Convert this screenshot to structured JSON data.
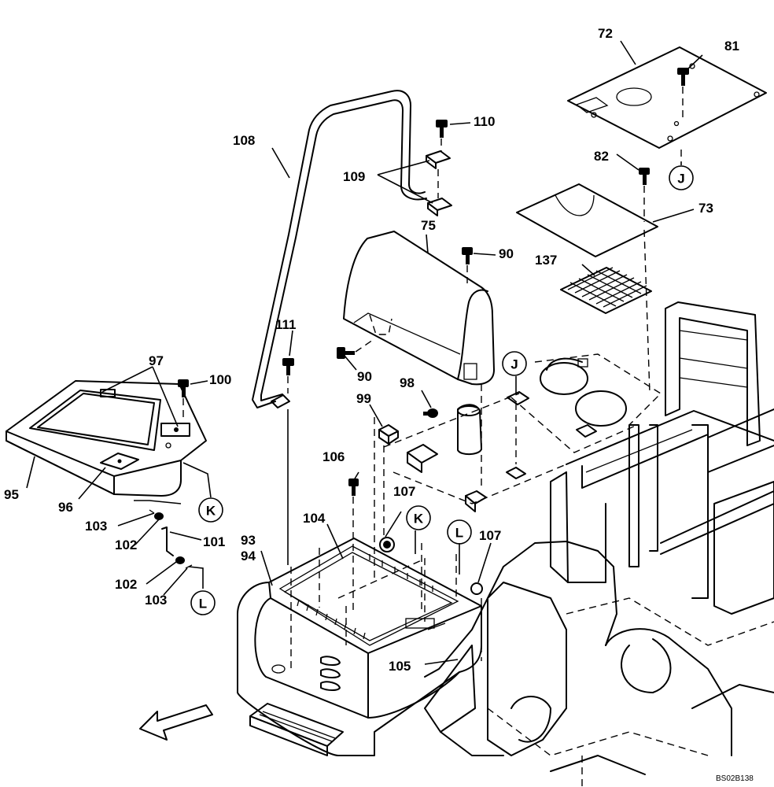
{
  "labels": {
    "l72": "72",
    "l81": "81",
    "l82": "82",
    "l73": "73",
    "l137": "137",
    "l110": "110",
    "l109": "109",
    "l108": "108",
    "l75": "75",
    "l90a": "90",
    "l90b": "90",
    "l111": "111",
    "l98": "98",
    "l99": "99",
    "l97": "97",
    "l100": "100",
    "l95": "95",
    "l96": "96",
    "l106": "106",
    "l107a": "107",
    "l107b": "107",
    "l104": "104",
    "l93": "93",
    "l94": "94",
    "l103a": "103",
    "l102a": "102",
    "l101": "101",
    "l102b": "102",
    "l103b": "103",
    "l105": "105"
  },
  "callouts": {
    "j1": "J",
    "j2": "J",
    "k1": "K",
    "k2": "K",
    "l1": "L",
    "l2": "L"
  },
  "drawing_code": "BS02B138"
}
